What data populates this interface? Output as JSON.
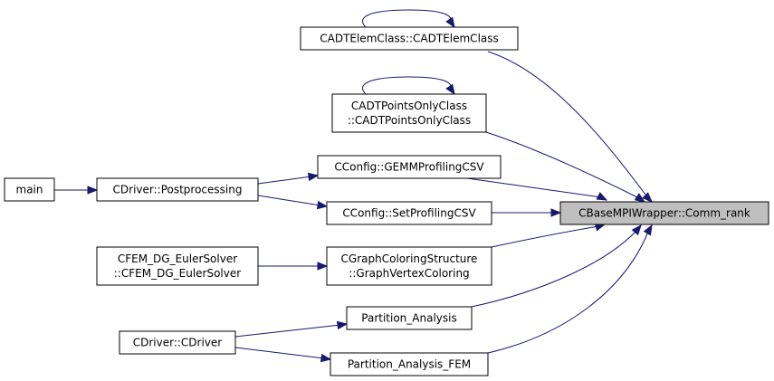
{
  "graph": {
    "nodes": [
      {
        "id": "comm_rank",
        "lines": [
          "CBaseMPIWrapper::Comm_rank"
        ],
        "highlighted": true
      },
      {
        "id": "adt_elem",
        "lines": [
          "CADTElemClass::CADTElemClass"
        ]
      },
      {
        "id": "adt_points",
        "lines": [
          "CADTPointsOnlyClass",
          "::CADTPointsOnlyClass"
        ]
      },
      {
        "id": "gemm_csv",
        "lines": [
          "CConfig::GEMMProfilingCSV"
        ]
      },
      {
        "id": "set_prof_csv",
        "lines": [
          "CConfig::SetProfilingCSV"
        ]
      },
      {
        "id": "graph_color",
        "lines": [
          "CGraphColoringStructure",
          "::GraphVertexColoring"
        ]
      },
      {
        "id": "part_analysis",
        "lines": [
          "Partition_Analysis"
        ]
      },
      {
        "id": "part_analysis_fem",
        "lines": [
          "Partition_Analysis_FEM"
        ]
      },
      {
        "id": "postprocessing",
        "lines": [
          "CDriver::Postprocessing"
        ]
      },
      {
        "id": "main",
        "lines": [
          "main"
        ]
      },
      {
        "id": "fem_dg",
        "lines": [
          "CFEM_DG_EulerSolver",
          "::CFEM_DG_EulerSolver"
        ]
      },
      {
        "id": "cdriver",
        "lines": [
          "CDriver::CDriver"
        ]
      }
    ],
    "edges": [
      {
        "from": "adt_elem",
        "to": "adt_elem"
      },
      {
        "from": "adt_elem",
        "to": "comm_rank"
      },
      {
        "from": "adt_points",
        "to": "adt_points"
      },
      {
        "from": "adt_points",
        "to": "comm_rank"
      },
      {
        "from": "gemm_csv",
        "to": "comm_rank"
      },
      {
        "from": "set_prof_csv",
        "to": "comm_rank"
      },
      {
        "from": "graph_color",
        "to": "comm_rank"
      },
      {
        "from": "part_analysis",
        "to": "comm_rank"
      },
      {
        "from": "part_analysis_fem",
        "to": "comm_rank"
      },
      {
        "from": "postprocessing",
        "to": "gemm_csv"
      },
      {
        "from": "postprocessing",
        "to": "set_prof_csv"
      },
      {
        "from": "main",
        "to": "postprocessing"
      },
      {
        "from": "fem_dg",
        "to": "graph_color"
      },
      {
        "from": "cdriver",
        "to": "part_analysis"
      },
      {
        "from": "cdriver",
        "to": "part_analysis_fem"
      }
    ],
    "colors": {
      "edge": "#191970",
      "highlight_fill": "#bfbfbf",
      "node_fill": "#ffffff",
      "node_border": "#000000"
    }
  }
}
